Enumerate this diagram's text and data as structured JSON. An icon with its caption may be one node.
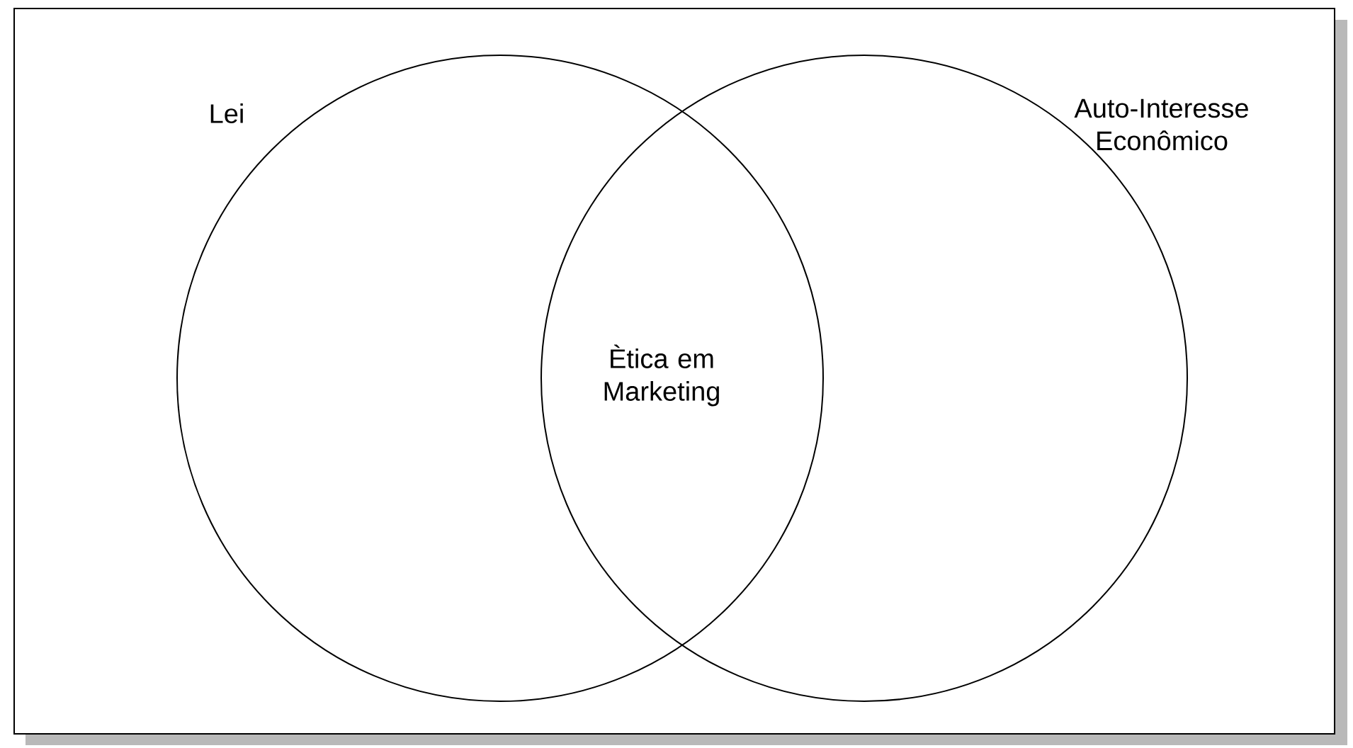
{
  "diagram": {
    "nodes": [
      {
        "text": [
          "Lei"
        ]
      },
      {
        "text": [
          "Auto-Interesse Econômico"
        ]
      }
    ],
    "labels": [
      "Ètica em Marketing"
    ]
  }
}
